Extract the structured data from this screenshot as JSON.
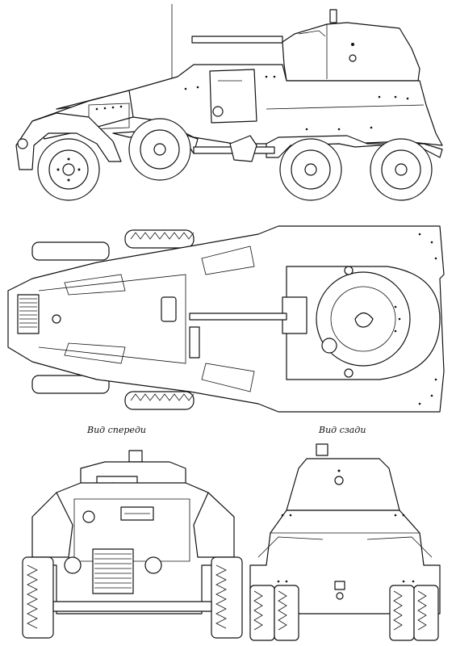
{
  "captions": {
    "front_view": "Вид спереди",
    "rear_view": "Вид сзади"
  },
  "colors": {
    "line": "#111111",
    "paper": "#ffffff"
  },
  "views": [
    "side-view",
    "top-view",
    "front-view",
    "rear-view"
  ]
}
